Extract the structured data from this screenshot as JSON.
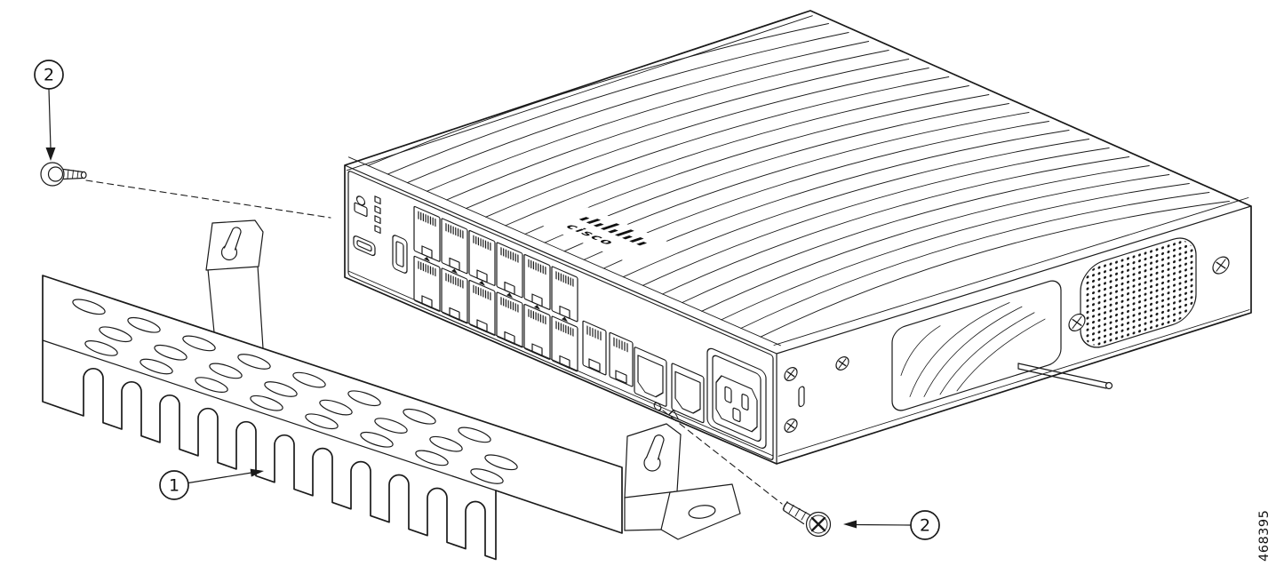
{
  "figure": {
    "figure_number": "468395",
    "callouts": [
      {
        "label": "2"
      },
      {
        "label": "1"
      },
      {
        "label": "2"
      }
    ]
  },
  "device": {
    "logo_text": "cisco"
  },
  "colors": {
    "line": "#1a1a1a",
    "background": "#ffffff"
  }
}
